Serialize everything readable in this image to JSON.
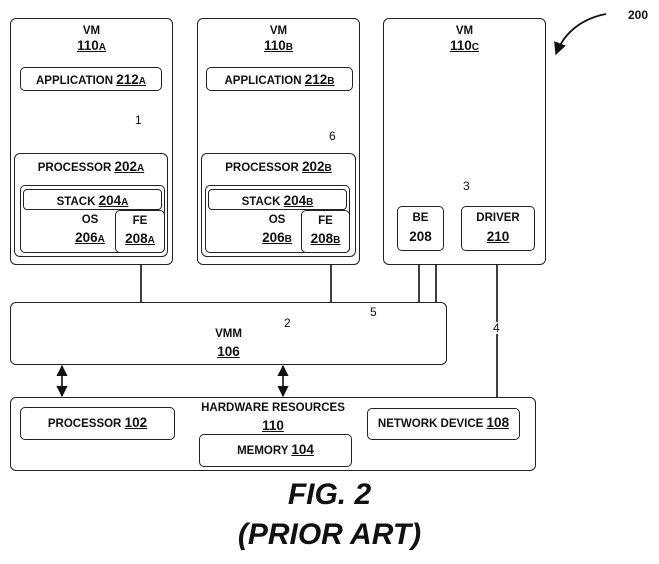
{
  "figure_ref": "200",
  "vm_a": {
    "title": "VM",
    "ref": "110",
    "sub": "A",
    "app_label": "APPLICATION",
    "app_ref": "212",
    "app_sub": "A",
    "proc_label": "PROCESSOR",
    "proc_ref": "202",
    "proc_sub": "A",
    "stack_label": "STACK",
    "stack_ref": "204",
    "stack_sub": "A",
    "os_label": "OS",
    "os_ref": "206",
    "os_sub": "A",
    "fe_label": "FE",
    "fe_ref": "208",
    "fe_sub": "A"
  },
  "vm_b": {
    "title": "VM",
    "ref": "110",
    "sub": "B",
    "app_label": "APPLICATION",
    "app_ref": "212",
    "app_sub": "B",
    "proc_label": "PROCESSOR",
    "proc_ref": "202",
    "proc_sub": "B",
    "stack_label": "STACK",
    "stack_ref": "204",
    "stack_sub": "B",
    "os_label": "OS",
    "os_ref": "206",
    "os_sub": "B",
    "fe_label": "FE",
    "fe_ref": "208",
    "fe_sub": "B"
  },
  "vm_c": {
    "title": "VM",
    "ref": "110",
    "sub": "C",
    "be_label": "BE",
    "be_ref": "208",
    "driver_label": "DRIVER",
    "driver_ref": "210"
  },
  "vmm": {
    "label": "VMM",
    "ref": "106"
  },
  "hw": {
    "label": "HARDWARE RESOURCES",
    "ref": "110",
    "processor_label": "PROCESSOR",
    "processor_ref": "102",
    "memory_label": "MEMORY",
    "memory_ref": "104",
    "network_label": "NETWORK DEVICE",
    "network_ref": "108"
  },
  "paths": {
    "p1": "1",
    "p2": "2",
    "p3": "3",
    "p4": "4",
    "p5": "5",
    "p6": "6"
  },
  "caption": {
    "fig": "FIG. 2",
    "prior_art": "(PRIOR ART)"
  }
}
